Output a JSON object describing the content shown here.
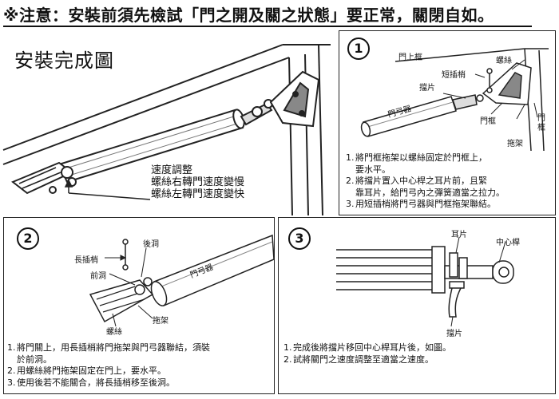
{
  "warning": "※注意：安裝前須先檢試「門之開及關之狀態」要正常，關閉自如。",
  "complete": {
    "title": "安裝完成圖",
    "speed_lines": [
      "速度調整",
      "螺絲右轉門速度變慢",
      "螺絲左轉門速度變快"
    ]
  },
  "panel1": {
    "number": "1",
    "labels": {
      "door_frame_top": "門上框",
      "screw": "螺絲",
      "short_pin": "短插梢",
      "stop_plate": "擋片",
      "closer": "門弓器",
      "door_frame": "門框",
      "door_frame_side": "門框",
      "bracket": "拖架"
    },
    "steps": [
      {
        "n": "1.",
        "lines": [
          "將門框拖架以螺絲固定於門框上，",
          "要水平。"
        ]
      },
      {
        "n": "2.",
        "lines": [
          "將擋片置入中心桿之耳片前，且緊",
          "靠耳片，給門弓內之彈簧適當之拉力。"
        ]
      },
      {
        "n": "3.",
        "lines": [
          "用短插梢將門弓器與門框拖架聯結。"
        ]
      }
    ]
  },
  "panel2": {
    "number": "2",
    "labels": {
      "long_pin": "長插梢",
      "rear_hole": "後洞",
      "front_hole": "前洞",
      "closer": "門弓器",
      "screw": "螺絲",
      "bracket": "拖架"
    },
    "steps": [
      {
        "n": "1.",
        "lines": [
          "將門關上，用長插梢將門拖架與門弓器聯結，須裝",
          "於前洞。"
        ]
      },
      {
        "n": "2.",
        "lines": [
          "用螺絲將門拖架固定在門上，要水平。"
        ]
      },
      {
        "n": "3.",
        "lines": [
          "使用後若不能關合，將長插梢移至後洞。"
        ]
      }
    ]
  },
  "panel3": {
    "number": "3",
    "labels": {
      "ear_plate": "耳片",
      "center_rod": "中心桿",
      "stop_plate": "擋片"
    },
    "steps": [
      {
        "n": "1.",
        "lines": [
          "完成後將擋片移回中心桿耳片後，如圖。"
        ]
      },
      {
        "n": "2.",
        "lines": [
          "試將關門之速度調整至適當之速度。"
        ]
      }
    ]
  }
}
